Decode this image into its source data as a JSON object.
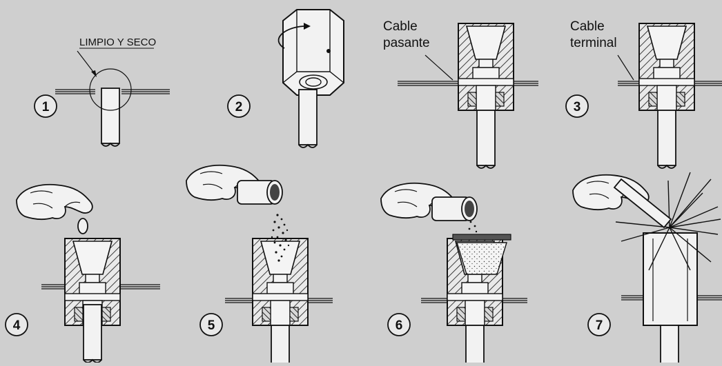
{
  "labels": {
    "clean_dry": "LIMPIO Y SECO",
    "cable_pasante_1": "Cable",
    "cable_pasante_2": "pasante",
    "cable_terminal_1": "Cable",
    "cable_terminal_2": "terminal"
  },
  "steps": [
    "1",
    "2",
    "3",
    "4",
    "5",
    "6",
    "7"
  ],
  "colors": {
    "background": "#cfcfcf",
    "ink": "#111111",
    "fill_light": "#f2f2f2",
    "mold": "#e8e8e8"
  }
}
